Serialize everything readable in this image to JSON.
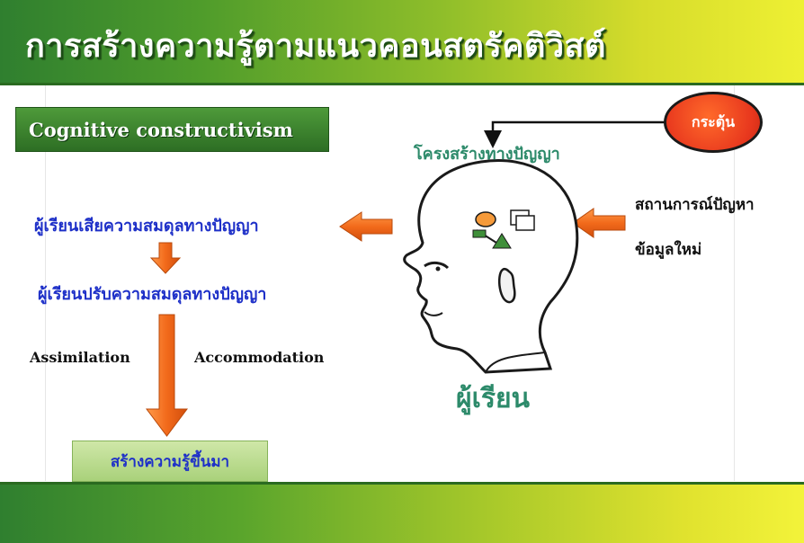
{
  "title": "การสร้างความรู้ตามแนวคอนสตรัคติวิสต์",
  "cognitive_label": "Cognitive constructivism",
  "left_flow": {
    "step1": "ผู้เรียนเสียความสมดุลทางปัญญา",
    "step2": "ผู้เรียนปรับความสมดุลทางปัญญา",
    "assimilation": "Assimilation",
    "accommodation": "Accommodation",
    "result": "สร้างความรู้ขึ้นมา"
  },
  "center": {
    "cognitive_structure": "โครงสร้างทางปัญญา",
    "learner": "ผู้เรียน"
  },
  "right": {
    "stimulus": "กระตุ้น",
    "problem_situation": "สถานการณ์ปัญหา",
    "new_data": "ข้อมูลใหม่"
  },
  "colors": {
    "header_dark": "#2f7f2f",
    "header_light": "#eef033",
    "arrow_orange": "#f26a1b",
    "text_blue": "#1e30c8",
    "text_teal": "#2c8a6a",
    "stimulus_red": "#e8381e"
  }
}
